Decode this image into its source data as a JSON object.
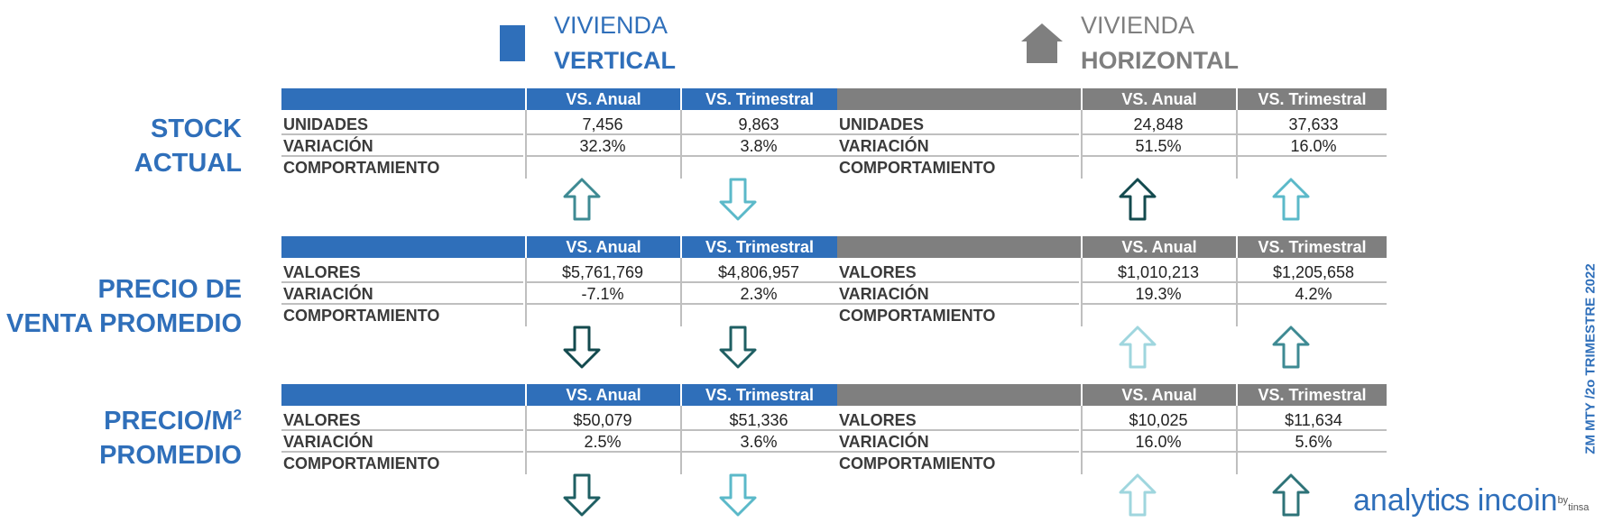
{
  "header": {
    "vertical": {
      "line1": "VIVIENDA",
      "line2": "VERTICAL",
      "icon": "square-icon",
      "color": "#2f6fba"
    },
    "horizontal": {
      "line1": "VIVIENDA",
      "line2": "HORIZONTAL",
      "icon": "house-icon",
      "color": "#7f7f7f"
    }
  },
  "column_headers": {
    "anual": "VS. Anual",
    "trimestral": "VS. Trimestral"
  },
  "sections": [
    {
      "title": [
        "STOCK",
        "ACTUAL"
      ],
      "rows": [
        {
          "label": "UNIDADES",
          "v_anual": "7,456",
          "v_trim": "9,863",
          "h_anual": "24,848",
          "h_trim": "37,633"
        },
        {
          "label": "VARIACIÓN",
          "v_anual": "32.3%",
          "v_trim": "3.8%",
          "h_anual": "51.5%",
          "h_trim": "16.0%"
        },
        {
          "label": "COMPORTAMIENTO"
        }
      ],
      "arrows": [
        {
          "dir": "up",
          "color": "#3e8a93"
        },
        {
          "dir": "down",
          "color": "#5bb9c9"
        },
        {
          "dir": "up",
          "color": "#134a4e"
        },
        {
          "dir": "up",
          "color": "#5bb9c9"
        }
      ]
    },
    {
      "title": [
        "PRECIO DE",
        "VENTA PROMEDIO"
      ],
      "rows": [
        {
          "label": "VALORES",
          "v_anual": "$5,761,769",
          "v_trim": "$4,806,957",
          "h_anual": "$1,010,213",
          "h_trim": "$1,205,658"
        },
        {
          "label": "VARIACIÓN",
          "v_anual": "-7.1%",
          "v_trim": "2.3%",
          "h_anual": "19.3%",
          "h_trim": "4.2%"
        },
        {
          "label": "COMPORTAMIENTO"
        }
      ],
      "arrows": [
        {
          "dir": "down",
          "color": "#134a4e"
        },
        {
          "dir": "down",
          "color": "#1f5f63"
        },
        {
          "dir": "up",
          "color": "#9fd6de"
        },
        {
          "dir": "up",
          "color": "#3e8a93"
        }
      ]
    },
    {
      "title": [
        "PRECIO/M",
        "PROMEDIO"
      ],
      "title_sup": "2",
      "rows": [
        {
          "label": "VALORES",
          "v_anual": "$50,079",
          "v_trim": "$51,336",
          "h_anual": "$10,025",
          "h_trim": "$11,634"
        },
        {
          "label": "VARIACIÓN",
          "v_anual": "2.5%",
          "v_trim": "3.6%",
          "h_anual": "16.0%",
          "h_trim": "5.6%"
        },
        {
          "label": "COMPORTAMIENTO"
        }
      ],
      "arrows": [
        {
          "dir": "down",
          "color": "#1f5f63"
        },
        {
          "dir": "down",
          "color": "#5bb9c9"
        },
        {
          "dir": "up",
          "color": "#9fd6de"
        },
        {
          "dir": "up",
          "color": "#2e7378"
        }
      ]
    }
  ],
  "side_label": "ZM MTY  /2o TRIMESTRE 2022",
  "logo": {
    "part1": "analy",
    "part2": "tics",
    "part3": " incoin",
    "by": "by",
    "tinsa": "tinsa"
  }
}
